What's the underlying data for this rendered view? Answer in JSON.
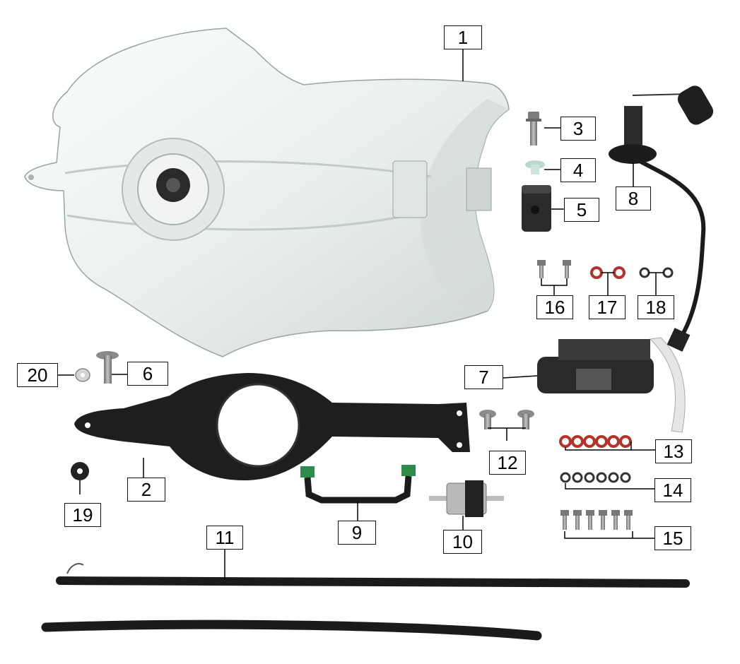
{
  "diagram": {
    "parts": [
      {
        "number": "1",
        "name": "fuel-tank"
      },
      {
        "number": "2",
        "name": "tank-bracket"
      },
      {
        "number": "3",
        "name": "flange-bolt"
      },
      {
        "number": "4",
        "name": "rivet"
      },
      {
        "number": "5",
        "name": "rubber-cushion"
      },
      {
        "number": "6",
        "name": "bolt"
      },
      {
        "number": "7",
        "name": "fuel-pump-assembly"
      },
      {
        "number": "8",
        "name": "fuel-level-sensor"
      },
      {
        "number": "9",
        "name": "fuel-hose-quick-connector"
      },
      {
        "number": "10",
        "name": "fuel-filter"
      },
      {
        "number": "11",
        "name": "hose"
      },
      {
        "number": "12",
        "name": "flange-bolts"
      },
      {
        "number": "13",
        "name": "red-washers"
      },
      {
        "number": "14",
        "name": "dark-washers"
      },
      {
        "number": "15",
        "name": "flange-bolts-set"
      },
      {
        "number": "16",
        "name": "bolts-pair"
      },
      {
        "number": "17",
        "name": "red-washers-pair"
      },
      {
        "number": "18",
        "name": "dark-washers-pair"
      },
      {
        "number": "19",
        "name": "rubber-grommet"
      },
      {
        "number": "20",
        "name": "washer"
      }
    ],
    "colors": {
      "tank": "#eef1f1",
      "metal": "#8c8c8c",
      "black": "#1b1b1b",
      "red_washer": "#b3332b",
      "green_connector": "#2d8c4a"
    }
  }
}
